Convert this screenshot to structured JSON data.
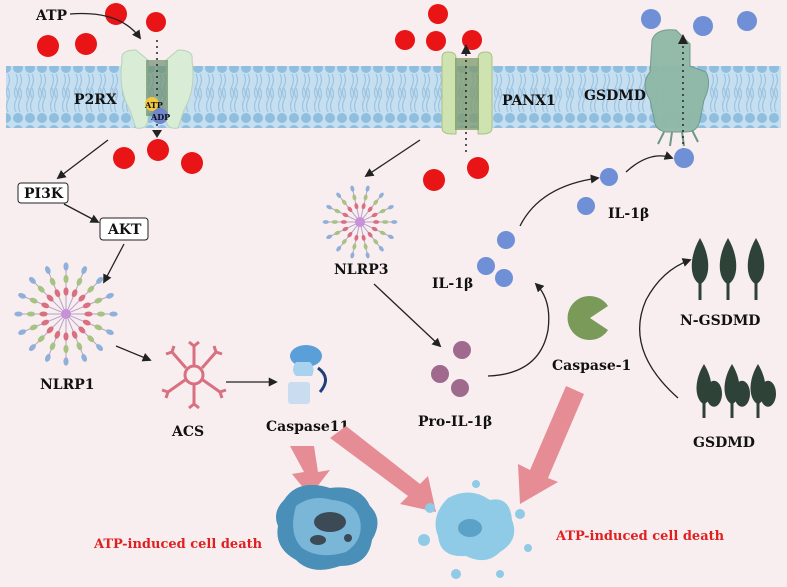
{
  "labels": {
    "atp": "ATP",
    "p2rx": "P2RX",
    "atp_small": "ATP",
    "adp_small": "ADP",
    "panx1": "PANX1",
    "gsdmd_channel": "GSDMD",
    "pi3k": "PI3K",
    "akt": "AKT",
    "nlrp1": "NLRP1",
    "acs": "ACS",
    "caspase11": "Caspase11",
    "nlrp3": "NLRP3",
    "pro_il1b": "Pro-IL-1β",
    "il1b_left": "IL-1β",
    "il1b_right": "IL-1β",
    "caspase1": "Caspase-1",
    "n_gsdmd": "N-GSDMD",
    "gsdmd": "GSDMD",
    "cell_death_left": "ATP-induced cell death",
    "cell_death_right": "ATP-induced cell death"
  },
  "colors": {
    "atp_ball": "#e81416",
    "il1b_ball": "#6f8fd6",
    "pro_il1b_ball": "#a06a8e",
    "membrane": "#a8cce6",
    "caspase1": "#7a9a5a",
    "gsdmd": "#2f4238",
    "death_text": "#e02020",
    "arrow_big": "#e8808a"
  }
}
